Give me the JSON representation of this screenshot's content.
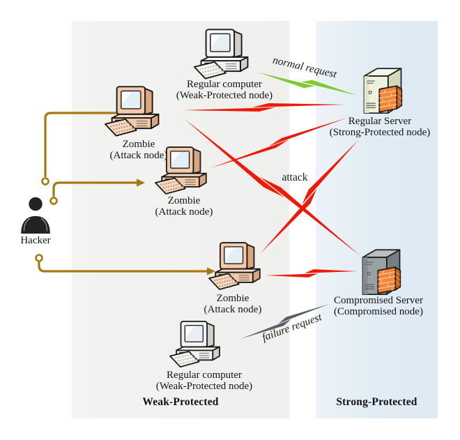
{
  "zones": {
    "weak": {
      "label": "Weak-Protected"
    },
    "strong": {
      "label": "Strong-Protected"
    }
  },
  "nodes": {
    "hacker": {
      "label": "Hacker"
    },
    "zombie1": {
      "title": "Zombie",
      "subtitle": "(Attack node)"
    },
    "zombie2": {
      "title": "Zombie",
      "subtitle": "(Attack node)"
    },
    "zombie3": {
      "title": "Zombie",
      "subtitle": "(Attack node)"
    },
    "regular_computer_top": {
      "title": "Regular computer",
      "subtitle": "(Weak-Protected node)"
    },
    "regular_computer_bottom": {
      "title": "Regular computer",
      "subtitle": "(Weak-Protected node)"
    },
    "regular_server": {
      "title": "Regular Server",
      "subtitle": "(Strong-Protected node)"
    },
    "compromised_server": {
      "title": "Compromised Server",
      "subtitle": "(Compromised node)"
    }
  },
  "edges": {
    "normal_request_label": "normal request",
    "attack_label": "attack",
    "failure_request_label": "failure request"
  },
  "colors": {
    "attack_red": "#ee1a07",
    "normal_green": "#7dcb30",
    "failure_gray": "#565d66",
    "command_gold": "#a5790f",
    "weak_zone_bg": "#f2f2f0",
    "strong_zone_bg": "#e3edf5",
    "outline": "#1b1b1b"
  }
}
